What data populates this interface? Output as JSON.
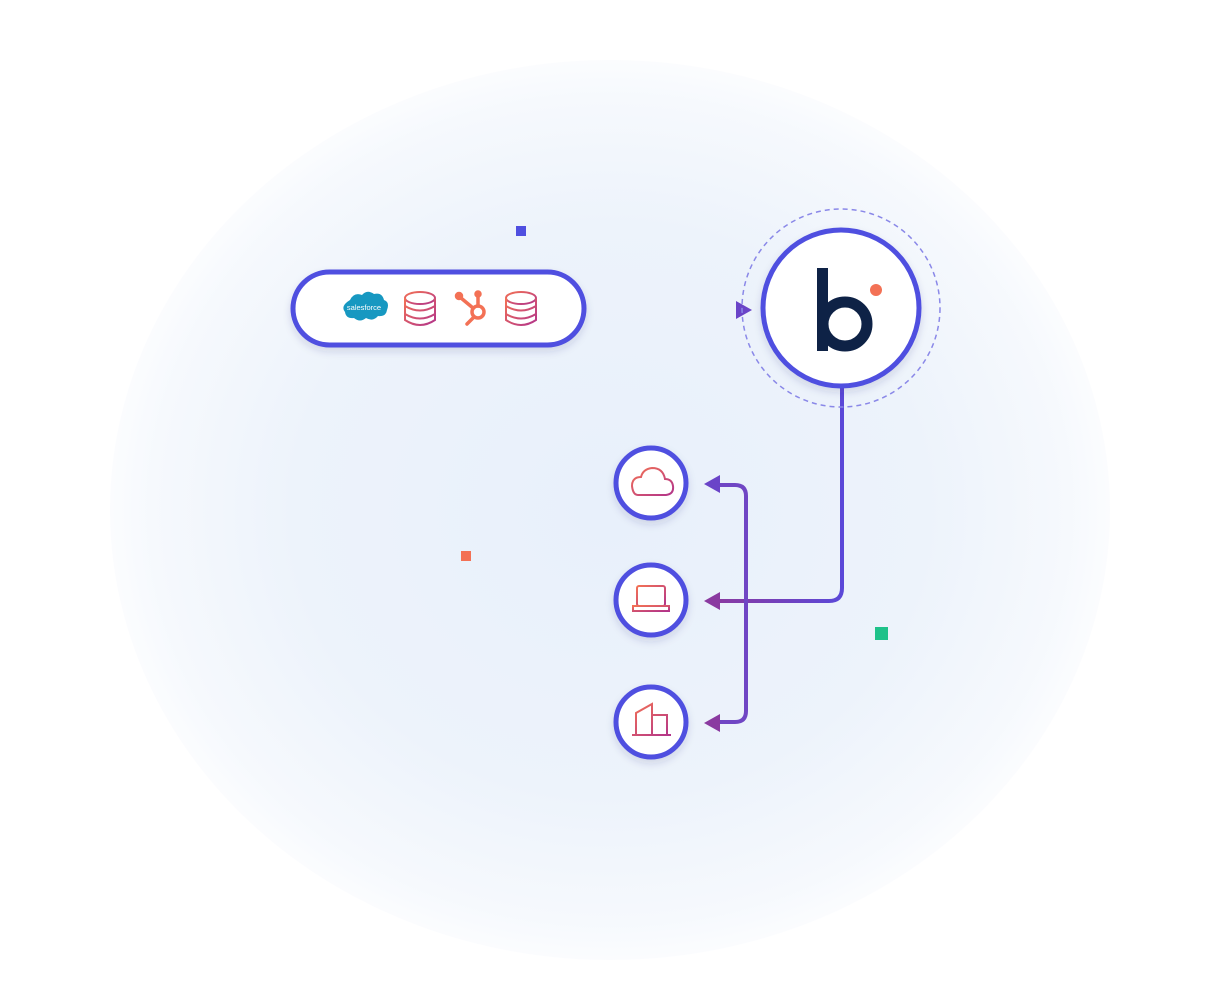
{
  "diagram": {
    "sources": {
      "salesforce_logo_text": "salesforce",
      "items": [
        "salesforce",
        "database",
        "hubspot",
        "database"
      ]
    },
    "hub": {
      "logo_text": "b"
    },
    "destinations": [
      "cloud",
      "laptop",
      "building"
    ],
    "colors": {
      "primary": "#4f4fe0",
      "arrow": "#7b3fb0",
      "accent_orange": "#f37155",
      "accent_green": "#1fc28a",
      "logo_dark": "#0e2246",
      "salesforce_blue": "#1798c1"
    }
  }
}
